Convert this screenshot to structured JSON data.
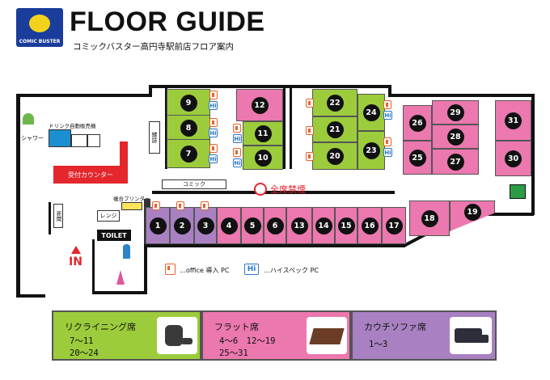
{
  "header": {
    "logo_text": "COMIC BUSTER",
    "title": "FLOOR GUIDE",
    "subtitle": "コミックバスター高円寺駅前店フロア案内"
  },
  "areas": {
    "shower": "シャワー",
    "drink_bar": "ドリンク自動販売機",
    "reception": "受付カウンター",
    "comic": "コミック",
    "magazine": "雑誌",
    "printer": "複合プリンター",
    "microwave": "レンジ",
    "newspaper": "新聞",
    "toilet": "TOILET",
    "entrance": "IN",
    "no_smoking": "全席禁煙"
  },
  "icon_legend": {
    "office": "…office 導入 PC",
    "hi_icon": "Hi",
    "hi": "…ハイスペック PC"
  },
  "booths": {
    "green": [
      "9",
      "8",
      "7",
      "11",
      "10",
      "22",
      "21",
      "20",
      "24",
      "23"
    ],
    "pink_top": [
      "12",
      "29",
      "28",
      "27",
      "26",
      "25",
      "31",
      "30"
    ],
    "purple_row": [
      "1",
      "2",
      "3"
    ],
    "pink_row": [
      "4",
      "5",
      "6",
      "13",
      "14",
      "15",
      "16",
      "17",
      "18",
      "19"
    ]
  },
  "legend": [
    {
      "title": "リクライニング席",
      "line1": "7～11",
      "line2": "20～24",
      "color": "#9ccc3c"
    },
    {
      "title": "フラット席",
      "line1": "4～6　12～19",
      "line2": "25～31",
      "color": "#eb78ae"
    },
    {
      "title": "カウチソファ席",
      "line1": "1～3",
      "line2": "",
      "color": "#a981c2"
    }
  ]
}
